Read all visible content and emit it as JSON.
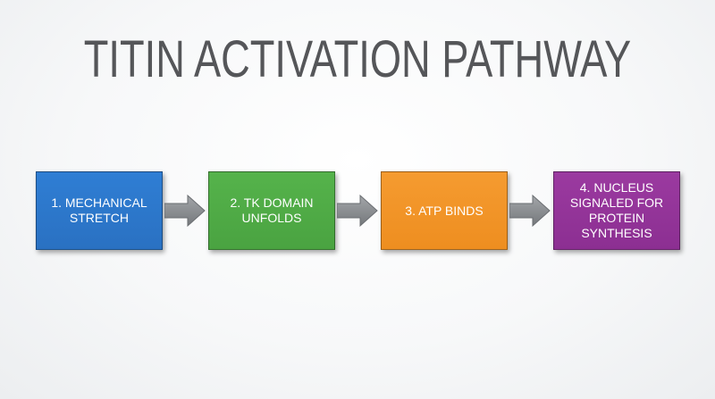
{
  "title": "TITIN ACTIVATION PATHWAY",
  "steps": [
    {
      "label": "1. MECHANICAL\nSTRETCH",
      "color": "#2f7ed4"
    },
    {
      "label": "2. TK DOMAIN\nUNFOLDS",
      "color": "#55b34b"
    },
    {
      "label": "3. ATP BINDS",
      "color": "#f59b30"
    },
    {
      "label": "4. NUCLEUS\nSIGNALED FOR\nPROTEIN\nSYNTHESIS",
      "color": "#9b3aa0"
    }
  ],
  "arrow_color": "#8a8d91"
}
